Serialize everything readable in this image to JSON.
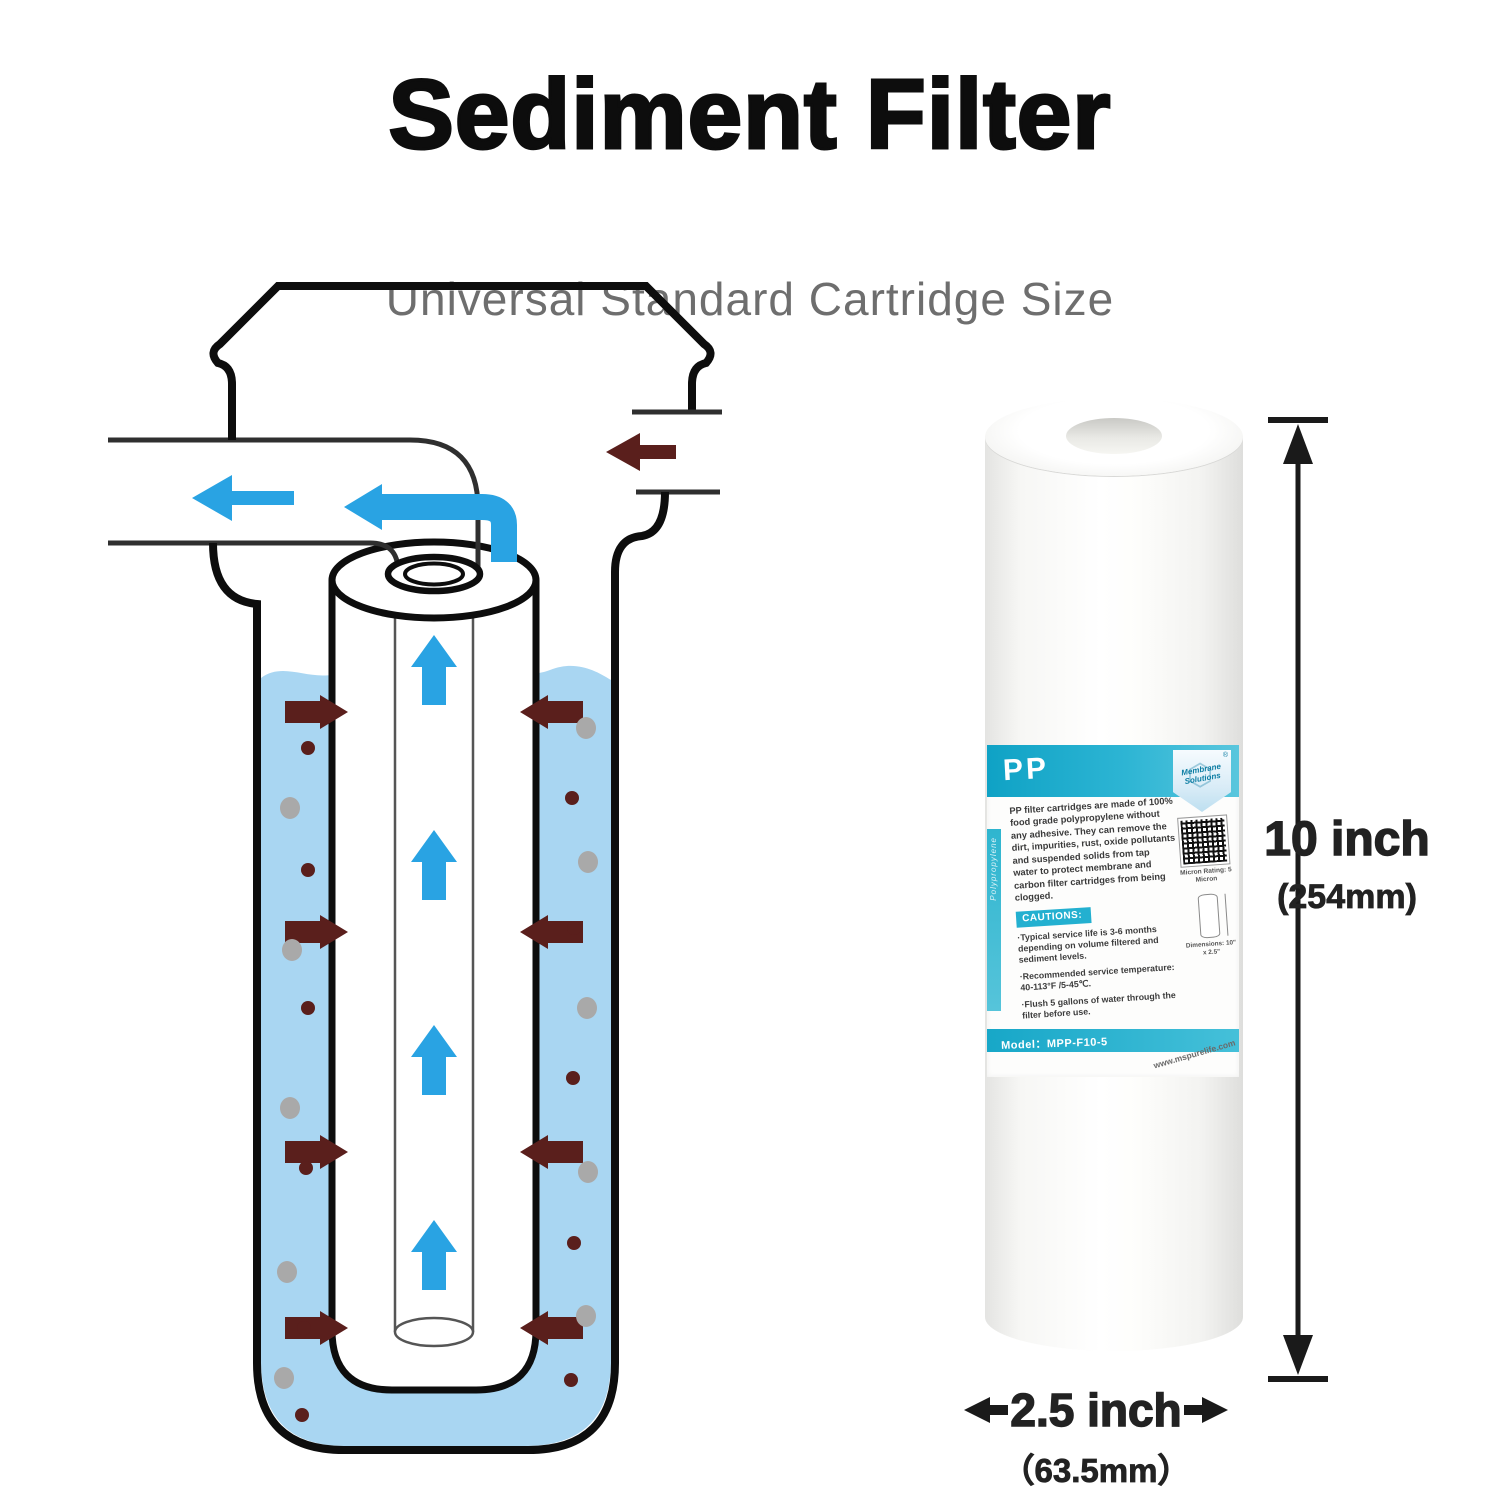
{
  "title": "Sediment Filter",
  "subtitle": "Universal Standard Cartridge Size",
  "cartridge_label": {
    "product_code": "PP",
    "brand": "Membrane Solutions",
    "brand_reg": "®",
    "side_text": "Polypropylene",
    "description": "PP filter cartridges are made of 100% food grade polypropylene without any adhesive. They can remove the dirt, impurities, rust, oxide pollutants and suspended solids from tap water to protect membrane and carbon filter cartridges from being clogged.",
    "cautions_title": "CAUTIONS:",
    "cautions": [
      "·Typical service life is 3-6 months depending on volume filtered and sediment levels.",
      "·Recommended service temperature: 40-113°F /5-45℃.",
      "·Flush 5 gallons of water through the filter before use."
    ],
    "micron_caption": "Micron Rating: 5 Micron",
    "dimensions_caption": "Dimensions: 10\" x 2.5\"",
    "model": "Model：MPP-F10-5",
    "website": "www.mspurelife.com"
  },
  "dimensions": {
    "height_in": "10 inch",
    "height_mm": "(254mm)",
    "width_in": "2.5 inch",
    "width_mm": "（63.5mm）"
  },
  "colors": {
    "accent_teal": "#1ba9c9",
    "water_blue": "#a9d6f2",
    "flow_blue": "#29a3e3",
    "sediment_brown": "#5a1f1c",
    "particle_gray": "#a9a9a9",
    "outline_black": "#0d0d0d"
  }
}
